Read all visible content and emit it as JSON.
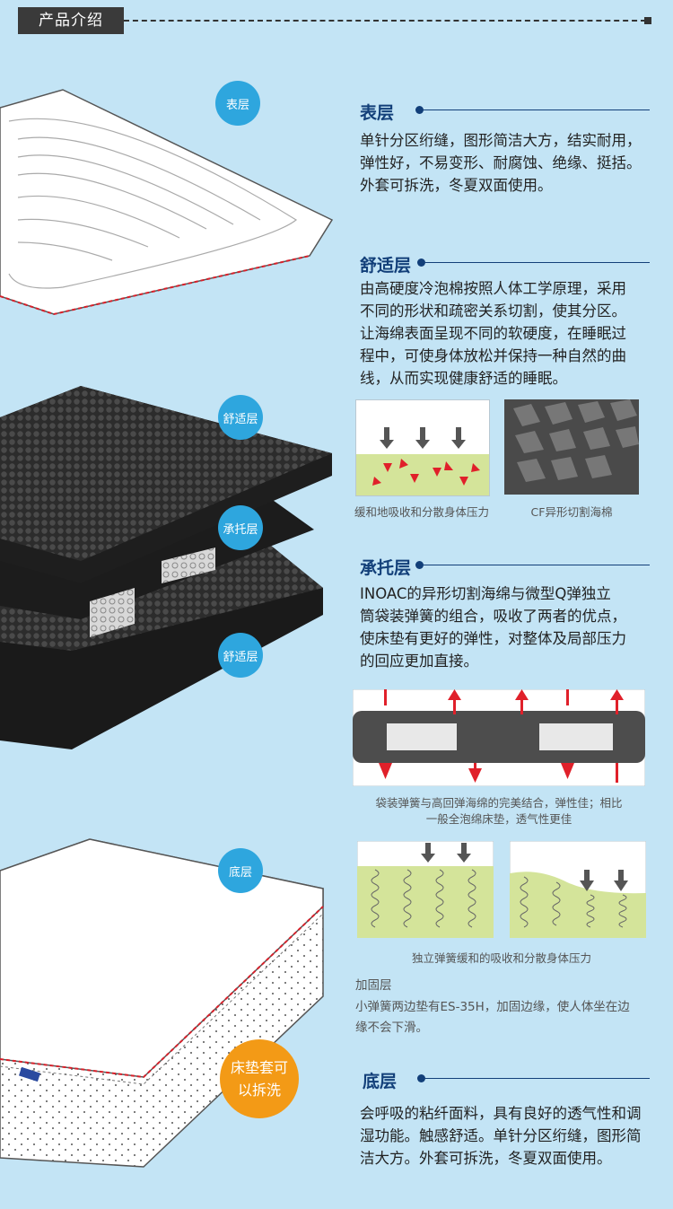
{
  "header": {
    "title": "产品介绍"
  },
  "labels": {
    "surface": "表层",
    "comfort_upper": "舒适层",
    "support": "承托层",
    "comfort_lower": "舒适层",
    "bottom": "底层",
    "removable": "床垫套可以拆洗"
  },
  "sections": {
    "surface": {
      "title": "表层",
      "lines": [
        "单针分区绗缝，图形简洁大方，结实耐用，",
        "弹性好，不易变形、耐腐蚀、绝缘、挺括。",
        "外套可拆洗，冬夏双面使用。"
      ]
    },
    "comfort": {
      "title": "舒适层",
      "lines": [
        "由高硬度冷泡棉按照人体工学原理，采用",
        "不同的形状和疏密关系切割，使其分区。",
        "让海绵表面呈现不同的软硬度，在睡眠过",
        "程中，可使身体放松并保持一种自然的曲",
        "线，从而实现健康舒适的睡眠。"
      ],
      "caption_left": "缓和地吸收和分散身体压力",
      "caption_right": "CF异形切割海棉"
    },
    "support": {
      "title": "承托层",
      "lines": [
        "INOAC的异形切割海绵与微型Q弹独立",
        "筒袋装弹簧的组合，吸收了两者的优点，",
        "使床垫有更好的弹性，对整体及局部压力",
        "的回应更加直接。"
      ],
      "caption_spring_1": "袋装弹簧与高回弹海绵的完美结合，弹性佳；相比",
      "caption_spring_2": "一般全泡绵床垫，透气性更佳",
      "caption_coils": "独立弹簧缓和的吸收和分散身体压力",
      "reinforce_title": "加固层",
      "reinforce_line1": "小弹簧两边垫有ES-35H，加固边缘，使人体坐在边",
      "reinforce_line2": "缘不会下滑。"
    },
    "bottom": {
      "title": "底层",
      "lines": [
        "会呼吸的粘纤面料，具有良好的透气性和调",
        "湿功能。触感舒适。单针分区绗缝，图形简",
        "洁大方。外套可拆洗，冬夏双面使用。"
      ]
    }
  },
  "colors": {
    "background": "#c3e4f5",
    "heading": "#123f79",
    "bubble": "#2ea6de",
    "bubble_orange": "#f39a16",
    "arrow_red": "#e0202a"
  }
}
